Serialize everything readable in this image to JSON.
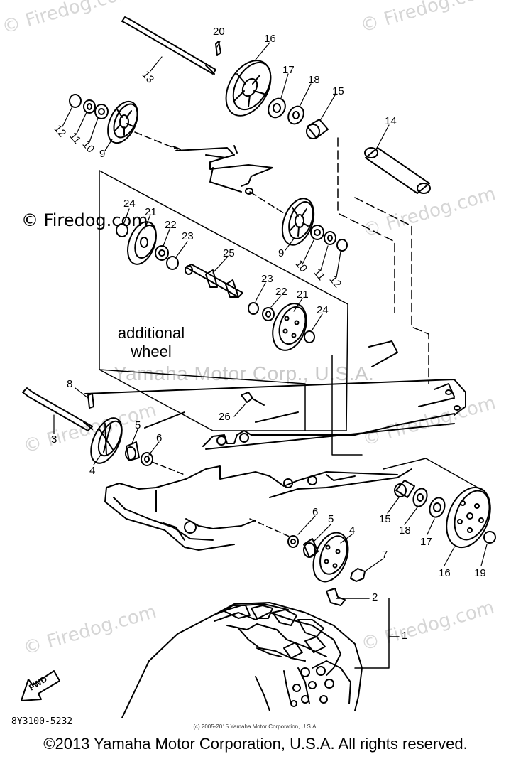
{
  "watermarks": {
    "brand": "© Firedog.com",
    "center": "Yamaha Motor Corp., U.S.A."
  },
  "diagram": {
    "code": "8Y3100-5232",
    "annotation_line1": "additional",
    "annotation_line2": "wheel",
    "fwd_label": "FWD",
    "callouts": [
      "20",
      "16",
      "13",
      "17",
      "18",
      "15",
      "14",
      "12",
      "11",
      "10",
      "9",
      "24",
      "21",
      "22",
      "23",
      "25",
      "9",
      "10",
      "11",
      "12",
      "23",
      "22",
      "21",
      "24",
      "8",
      "26",
      "3",
      "5",
      "6",
      "4",
      "6",
      "5",
      "4",
      "7",
      "15",
      "18",
      "17",
      "16",
      "19",
      "2",
      "1"
    ]
  },
  "footer": {
    "fine_print": "(c) 2005-2015 Yamaha Motor Corporation, U.S.A.",
    "copyright": "©2013 Yamaha Motor Corporation, U.S.A. All rights reserved."
  },
  "colors": {
    "ink": "#000000",
    "watermark": "#d6d6d6",
    "background": "#ffffff"
  }
}
